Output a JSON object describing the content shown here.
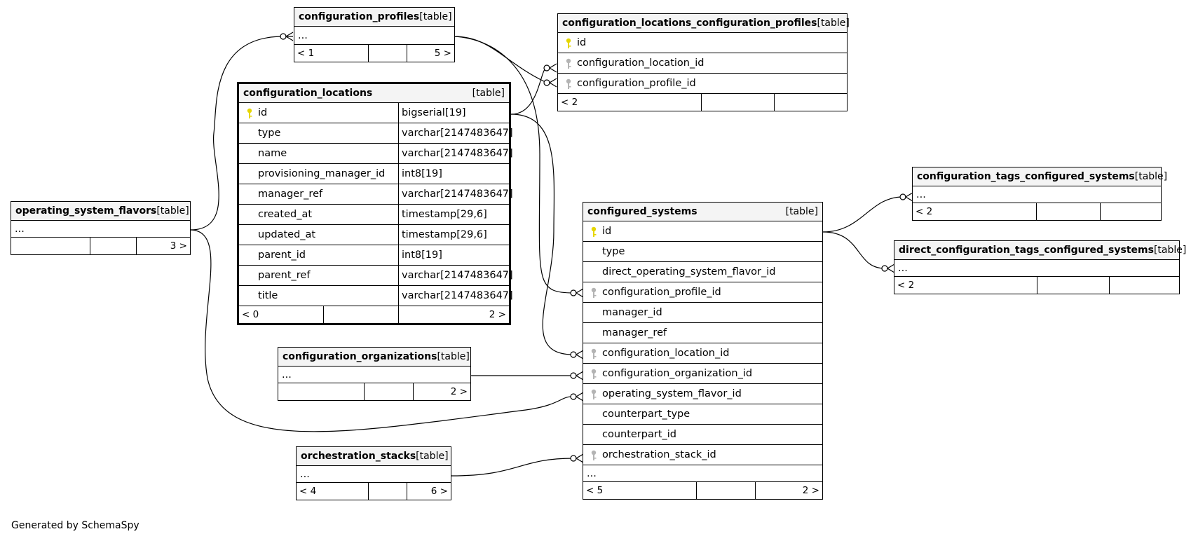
{
  "tag_label": "[table]",
  "ellipsis": "...",
  "credit": "Generated by SchemaSpy",
  "colors": {
    "primary_key": "#e6d600",
    "foreign_key": "#b4b4b4",
    "header_bg": "#f4f4f4"
  },
  "tables": {
    "configuration_profiles": {
      "name": "configuration_profiles",
      "parents": "< 1",
      "children": "5 >"
    },
    "configuration_locations_configuration_profiles": {
      "name": "configuration_locations_configuration_profiles",
      "columns": [
        "id",
        "configuration_location_id",
        "configuration_profile_id"
      ],
      "parents": "< 2",
      "children": ""
    },
    "configuration_locations": {
      "name": "configuration_locations",
      "columns": [
        {
          "name": "id",
          "type": "bigserial[19]"
        },
        {
          "name": "type",
          "type": "varchar[2147483647]"
        },
        {
          "name": "name",
          "type": "varchar[2147483647]"
        },
        {
          "name": "provisioning_manager_id",
          "type": "int8[19]"
        },
        {
          "name": "manager_ref",
          "type": "varchar[2147483647]"
        },
        {
          "name": "created_at",
          "type": "timestamp[29,6]"
        },
        {
          "name": "updated_at",
          "type": "timestamp[29,6]"
        },
        {
          "name": "parent_id",
          "type": "int8[19]"
        },
        {
          "name": "parent_ref",
          "type": "varchar[2147483647]"
        },
        {
          "name": "title",
          "type": "varchar[2147483647]"
        }
      ],
      "parents": "< 0",
      "children": "2 >"
    },
    "operating_system_flavors": {
      "name": "operating_system_flavors",
      "parents": "",
      "children": "3 >"
    },
    "configuration_organizations": {
      "name": "configuration_organizations",
      "parents": "",
      "children": "2 >"
    },
    "orchestration_stacks": {
      "name": "orchestration_stacks",
      "parents": "< 4",
      "children": "6 >"
    },
    "configured_systems": {
      "name": "configured_systems",
      "columns": [
        "id",
        "type",
        "direct_operating_system_flavor_id",
        "configuration_profile_id",
        "manager_id",
        "manager_ref",
        "configuration_location_id",
        "configuration_organization_id",
        "operating_system_flavor_id",
        "counterpart_type",
        "counterpart_id",
        "orchestration_stack_id"
      ],
      "parents": "< 5",
      "children": "2 >"
    },
    "configuration_tags_configured_systems": {
      "name": "configuration_tags_configured_systems",
      "parents": "< 2",
      "children": ""
    },
    "direct_configuration_tags_configured_systems": {
      "name": "direct_configuration_tags_configured_systems",
      "parents": "< 2",
      "children": ""
    }
  }
}
